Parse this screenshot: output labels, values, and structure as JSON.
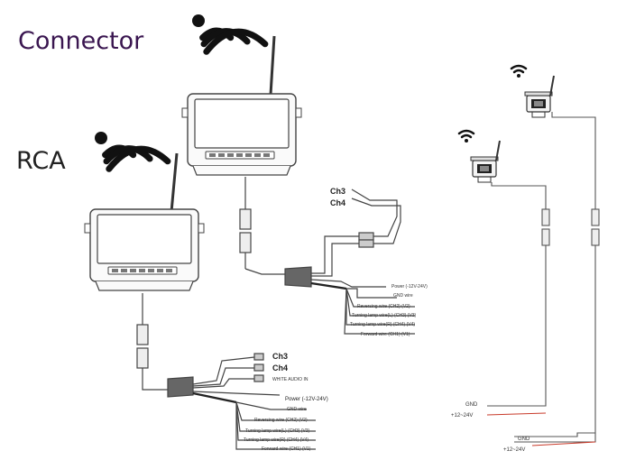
{
  "labels": {
    "connector": "Connector",
    "rca": "RCA"
  },
  "connector_harness": {
    "ch3": "Ch3",
    "ch4": "Ch4",
    "power": "Power (-12V-24V)",
    "gnd": "GND wire",
    "reversing": "Reversing wire (CH2) (V2)",
    "turning_l": "Turning lamp wire(L) (CH3) (V3)",
    "turning_r": "Turning lamp wire(R) (CH4) (V4)",
    "forward": "Forward wire (CH1) (V1)"
  },
  "rca_harness": {
    "ch3": "Ch3",
    "ch4": "Ch4",
    "audio": "WHITE AUDIO IN",
    "power": "Power (-12V-24V)",
    "gnd": "GND wire",
    "reversing": "Reversing wire (CH2) (V2)",
    "turning_l": "Turning lamp wire(L) (CH3) (V3)",
    "turning_r": "Turning lamp wire(R) (CH4) (V4)",
    "forward": "Forward wire (CH1) (V1)"
  },
  "camera_power": {
    "gnd_1": "GND",
    "v_1": "+12~24V",
    "gnd_2": "GND",
    "v_2": "+12~24V"
  },
  "colors": {
    "red_wire": "#c83a2a",
    "line": "#444444",
    "wifi": "#111111"
  }
}
